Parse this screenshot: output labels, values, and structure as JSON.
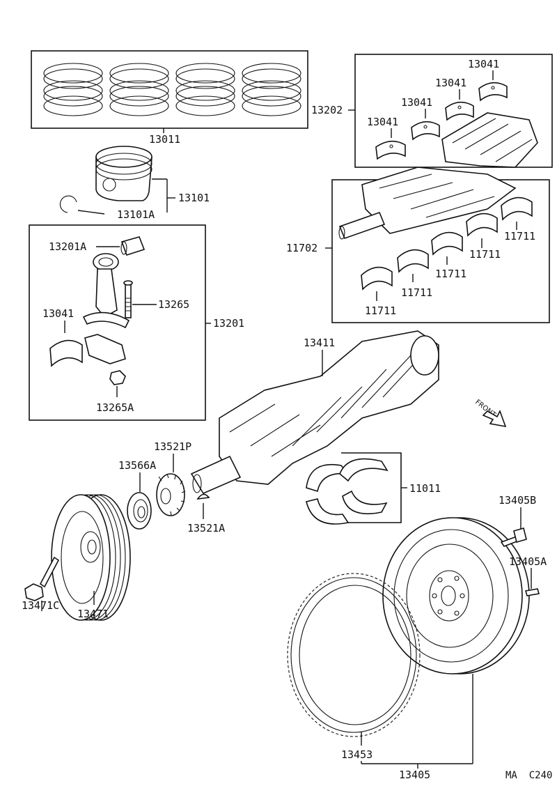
{
  "labels": {
    "piston_rings": "13011",
    "piston": "13101",
    "piston_pin_clip": "13101A",
    "main_bearing_upper_1": "13041",
    "main_bearing_upper_2": "13041",
    "main_bearing_upper_3": "13041",
    "main_bearing_upper_4": "13041",
    "upper_bearing_set": "13202",
    "lower_bearing_set": "11702",
    "lower_bearing_1": "11711",
    "lower_bearing_2": "11711",
    "lower_bearing_3": "11711",
    "lower_bearing_4": "11711",
    "lower_bearing_5": "11711",
    "conrod_bushing": "13201A",
    "conrod_bolt": "13265",
    "conrod_assembly": "13201",
    "conrod_bearing": "13041",
    "conrod_nut": "13265A",
    "crankshaft": "13411",
    "crank_sprocket": "13521P",
    "crank_key": "13521A",
    "timing_plate": "13566A",
    "thrust_washers": "11011",
    "flywheel_bolt": "13405B",
    "flywheel_pin": "13405A",
    "pulley_bolt": "13471C",
    "crank_pulley": "13471",
    "ring_gear": "13453",
    "flywheel": "13405",
    "front_indicator": "FRONT",
    "page_code": "MA  C240"
  }
}
